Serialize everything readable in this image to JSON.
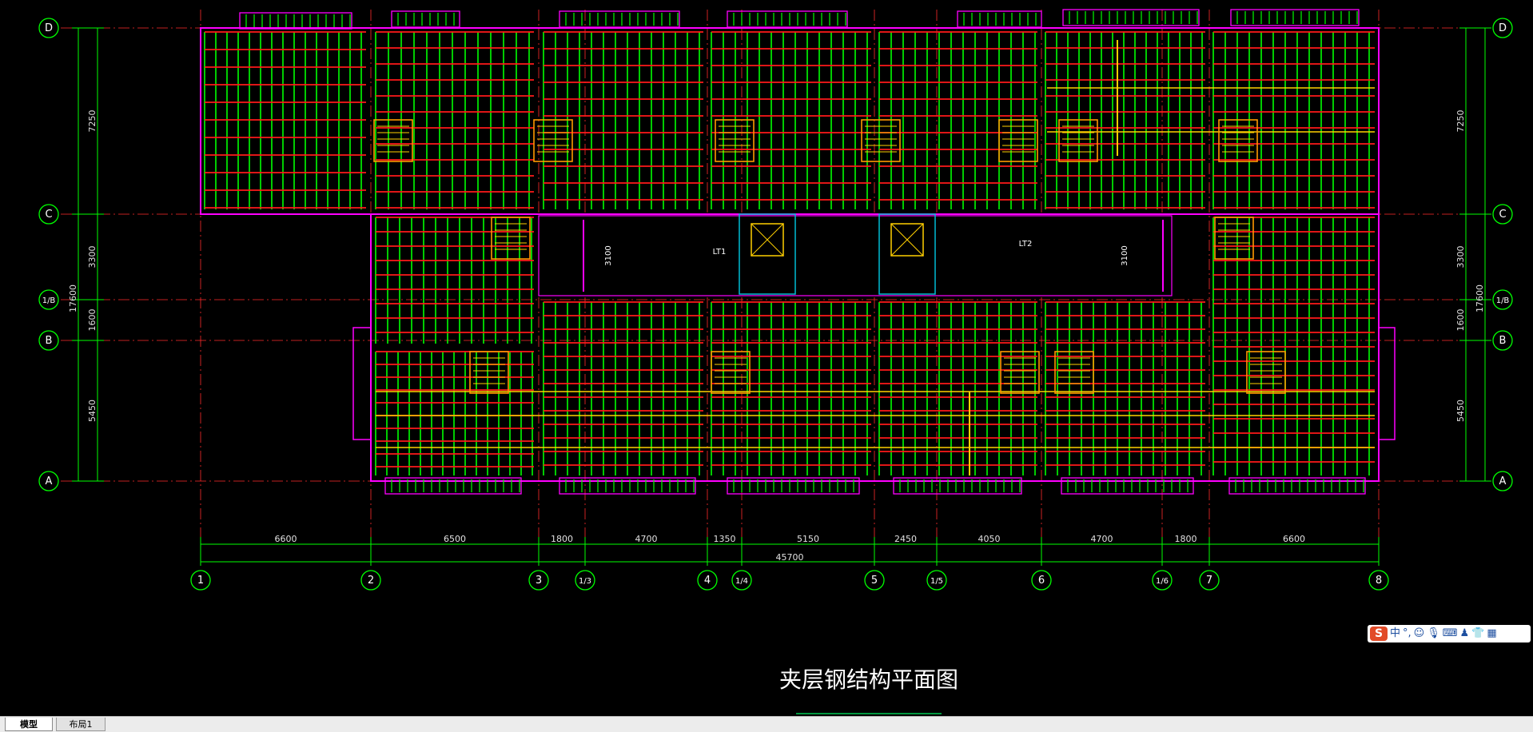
{
  "drawing": {
    "title": "夹层钢结构平面图",
    "rows_left": [
      "D",
      "C",
      "1/B",
      "B",
      "A"
    ],
    "rows_right": [
      "D",
      "C",
      "1/B",
      "B",
      "A"
    ],
    "columns": [
      "1",
      "2",
      "3",
      "1/3",
      "4",
      "1/4",
      "5",
      "1/5",
      "6",
      "1/6",
      "7",
      "8"
    ],
    "column_dims": [
      "6600",
      "6500",
      "1800",
      "4700",
      "1350",
      "5150",
      "2450",
      "4050",
      "4700",
      "1800",
      "6600"
    ],
    "total_dim": "45700",
    "left_dims": [
      "7250",
      "3300",
      "1600",
      "5450"
    ],
    "left_total": "17600",
    "right_dims": [
      "7250",
      "3300",
      "1600",
      "5450"
    ],
    "right_total": "17600",
    "labels": [
      "LT1",
      "LT2",
      "3100",
      "3100"
    ],
    "colors": {
      "background": "#000000",
      "grid": "#00c853",
      "axis": "#ff2b2b",
      "beam": "#ff1a1a",
      "joist": "#00ff00",
      "stair": "#ffd000",
      "wall": "#ff00ff",
      "dim": "#e0e0e0"
    }
  },
  "tabs": {
    "model": "模型",
    "layout1": "布局1"
  },
  "ime": {
    "logo": "S",
    "mode": "中"
  },
  "icons": [
    "sogou-logo-icon",
    "punctuation-icon",
    "emoji-icon",
    "mic-icon",
    "keyboard-icon",
    "user-icon",
    "shirt-icon",
    "grid-icon"
  ]
}
